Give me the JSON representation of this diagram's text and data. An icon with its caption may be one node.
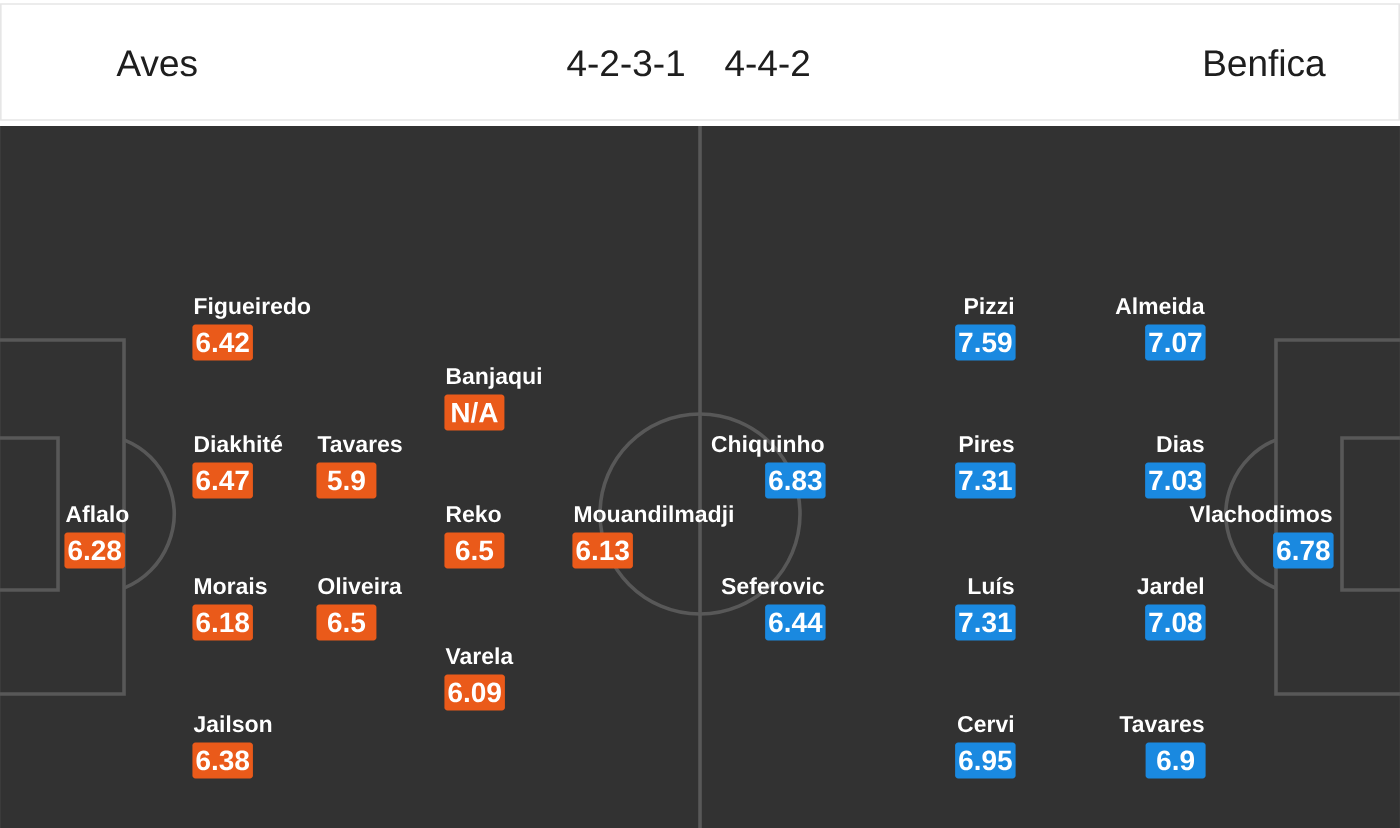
{
  "diagram": {
    "nodes": [
      {
        "text": [
          "Aflalo",
          "6.28"
        ]
      },
      {
        "text": [
          "Figueiredo",
          "6.42"
        ]
      },
      {
        "text": [
          "Diakhité",
          "6.47"
        ]
      },
      {
        "text": [
          "Morais",
          "6.18"
        ]
      },
      {
        "text": [
          "Jailson",
          "6.38"
        ]
      },
      {
        "text": [
          "Tavares",
          "5.9"
        ]
      },
      {
        "text": [
          "Oliveira",
          "6.5"
        ]
      },
      {
        "text": [
          "Banjaqui",
          "N/A"
        ]
      },
      {
        "text": [
          "Reko",
          "6.5"
        ]
      },
      {
        "text": [
          "Varela",
          "6.09"
        ]
      },
      {
        "text": [
          "Mouandilmadji",
          "6.13"
        ]
      },
      {
        "text": [
          "Chiquinho",
          "6.83"
        ]
      },
      {
        "text": [
          "Seferovic",
          "6.44"
        ]
      },
      {
        "text": [
          "Pizzi",
          "7.59"
        ]
      },
      {
        "text": [
          "Pires",
          "7.31"
        ]
      },
      {
        "text": [
          "Luís",
          "7.31"
        ]
      },
      {
        "text": [
          "Cervi",
          "6.95"
        ]
      },
      {
        "text": [
          "Almeida",
          "7.07"
        ]
      },
      {
        "text": [
          "Dias",
          "7.03"
        ]
      },
      {
        "text": [
          "Jardel",
          "7.08"
        ]
      },
      {
        "text": [
          "Tavares",
          "6.9"
        ]
      },
      {
        "text": [
          "Vlachodimos",
          "6.78"
        ]
      }
    ],
    "labels": [
      "Aves",
      "4-2-3-1",
      "4-4-2",
      "Benfica"
    ]
  }
}
